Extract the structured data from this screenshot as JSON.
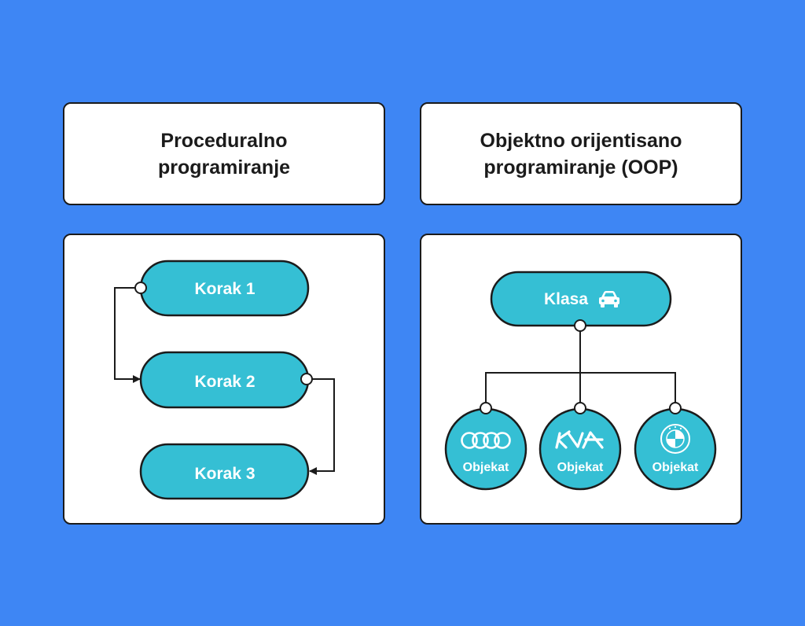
{
  "colors": {
    "background": "#3e86f4",
    "card": "#ffffff",
    "outline": "#1b1b1b",
    "node_fill": "#35bfd4",
    "node_text": "#ffffff"
  },
  "procedural": {
    "title_line1": "Proceduralno",
    "title_line2": "programiranje",
    "steps": [
      "Korak 1",
      "Korak 2",
      "Korak 3"
    ]
  },
  "oop": {
    "title_line1": "Objektno orijentisano",
    "title_line2": "programiranje (OOP)",
    "class_label": "Klasa",
    "class_icon": "car-icon",
    "objects": [
      {
        "label": "Objekat",
        "icon": "audi-logo-icon"
      },
      {
        "label": "Objekat",
        "icon": "kia-logo-icon"
      },
      {
        "label": "Objekat",
        "icon": "bmw-logo-icon"
      }
    ]
  }
}
